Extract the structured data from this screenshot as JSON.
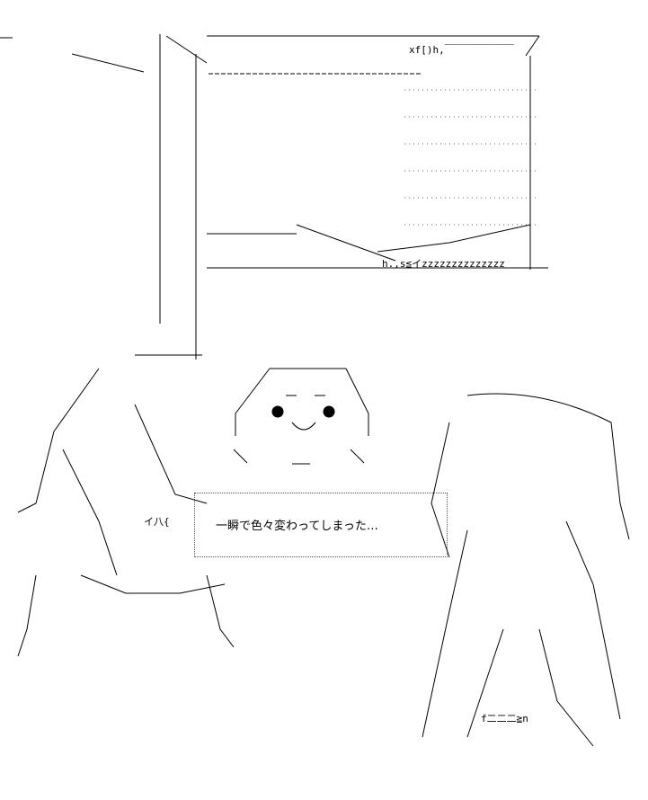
{
  "caption": {
    "text": "一瞬で色々変わってしまった…"
  },
  "art": {
    "monitor_text": "xf[)h,￣￣￣￣￣￣￣",
    "bottom_text": "h.,s≦イzzzzzzzzzzzzzz",
    "sign_text": "イ八{",
    "bottom_right_text": "f二二二≧n"
  }
}
